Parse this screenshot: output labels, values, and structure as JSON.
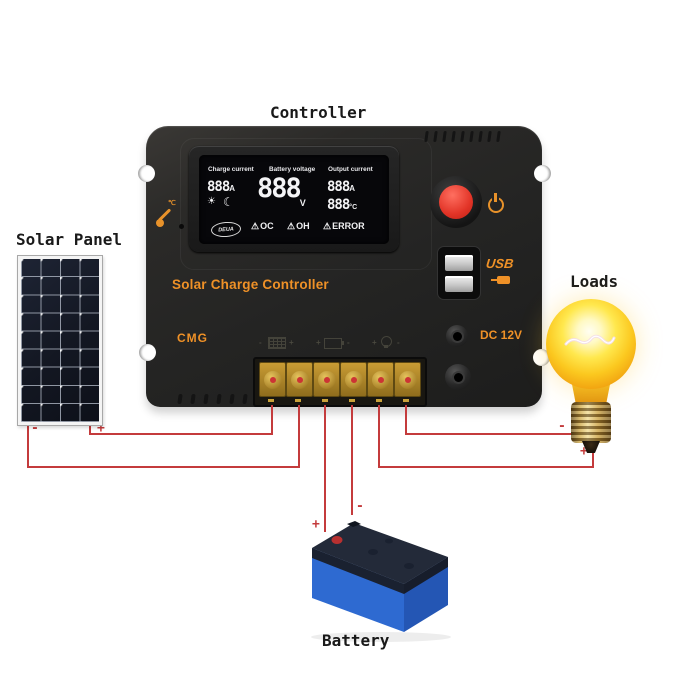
{
  "diagram": {
    "labels": {
      "controller": "Controller",
      "solar_panel": "Solar Panel",
      "loads": "Loads",
      "battery": "Battery"
    },
    "controller": {
      "lcd": {
        "col1_label": "Charge current",
        "col2_label": "Battery voltage",
        "col3_label": "Output current",
        "charge_value": "888",
        "charge_unit": "A",
        "voltage_value": "888",
        "voltage_unit": "V",
        "output_value": "888",
        "output_unit": "A",
        "temp_value": "888",
        "temp_unit": "°C",
        "logo_text": "DEUA",
        "warn_oc": "OC",
        "warn_oh": "OH",
        "warn_error": "ERROR"
      },
      "brand_line": "Solar Charge Controller",
      "brand": "CMG",
      "usb_label": "USB",
      "dc_label": "DC 12V"
    },
    "connections": {
      "solar": {
        "plus": "+",
        "minus": "-"
      },
      "battery": {
        "plus": "+",
        "minus": "-"
      },
      "load": {
        "plus": "+",
        "minus": "-"
      }
    },
    "icons": {
      "sun": "☀",
      "moon": "☾",
      "warning": "⚠",
      "temp_deg": "℃"
    },
    "colors": {
      "accent_orange": "#ef9127",
      "wire_red": "#c43b3c",
      "power_button_red": "#e23427",
      "battery_blue": "#2e6ad1",
      "bulb_yellow": "#fbc81f",
      "body_black": "#242423"
    }
  }
}
